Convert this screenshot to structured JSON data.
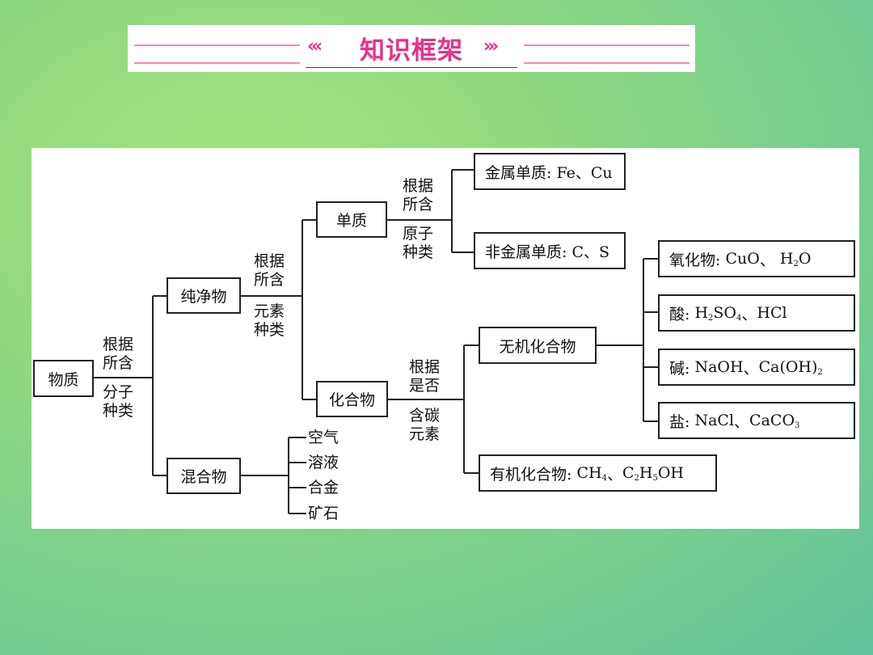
{
  "header": {
    "title": "知识框架"
  },
  "diagram": {
    "root": "物质",
    "criteria": {
      "by_molecule_top": "根据所含",
      "by_molecule_bottom": "分子种类",
      "by_element_top": "根据所含",
      "by_element_bottom": "元素种类",
      "by_atom_top": "根据所含",
      "by_atom_bottom": "原子种类",
      "by_carbon_top": "根据是否",
      "by_carbon_bottom": "含碳元素"
    },
    "pure": "纯净物",
    "mixture": "混合物",
    "mixture_examples": [
      "空气",
      "溶液",
      "合金",
      "矿石"
    ],
    "element": "单质",
    "compound": "化合物",
    "metal_element": "金属单质: Fe、Cu",
    "nonmetal_element": "非金属单质: C、S",
    "inorganic": "无机化合物",
    "organic": {
      "label": "有机化合物:",
      "items": [
        "CH4",
        "C2H5OH"
      ]
    },
    "oxide": {
      "label": "氧化物:",
      "items": [
        "CuO",
        "H2O"
      ]
    },
    "acid": {
      "label": "酸:",
      "items": [
        "H2SO4",
        "HCl"
      ]
    },
    "base": {
      "label": "碱:",
      "items": [
        "NaOH",
        "Ca(OH)2"
      ]
    },
    "salt": {
      "label": "盐:",
      "items": [
        "NaCl",
        "CaCO3"
      ]
    }
  }
}
